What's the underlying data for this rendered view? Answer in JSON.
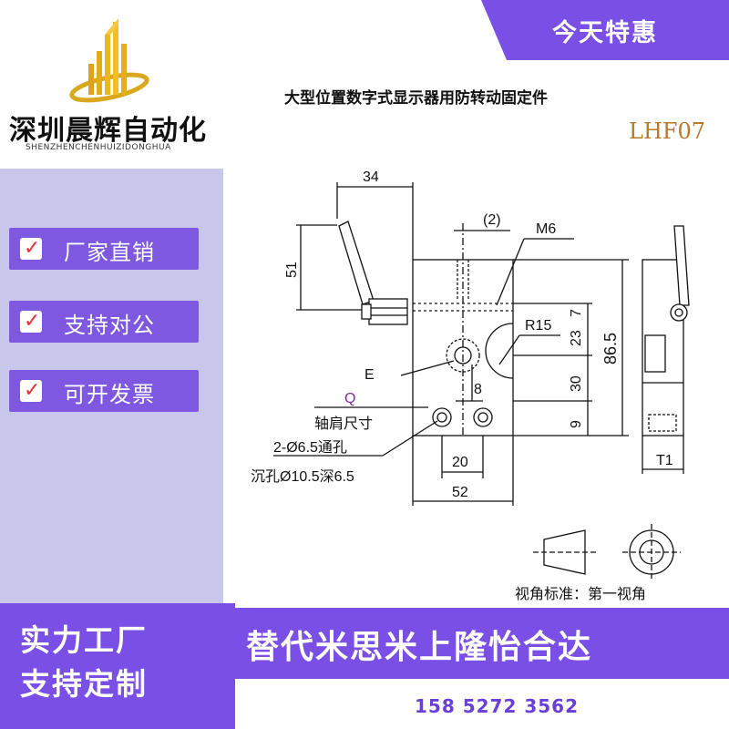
{
  "brand": {
    "name_cn": "深圳晨辉自动化",
    "name_pinyin": "SHENZHENCHENHUIZIDONGHUA"
  },
  "features": [
    {
      "label": "厂家直销"
    },
    {
      "label": "支持对公"
    },
    {
      "label": "可开发票"
    }
  ],
  "check_glyph": "✓",
  "promo": {
    "today_deal": "今天特惠",
    "factory_line1": "实力工厂",
    "factory_line2": "支持定制",
    "replace_text": "替代米思米上隆怡合达",
    "phone": "158 5272 3562"
  },
  "drawing": {
    "title": "大型位置数字式显示器用防转动固定件",
    "model": "LHF07",
    "dims": {
      "d34": "34",
      "d51": "51",
      "d2": "(2)",
      "m6": "M6",
      "d7": "7",
      "d23": "23",
      "d86_5": "86.5",
      "r15": "R15",
      "d8": "8",
      "d30": "30",
      "d9": "9",
      "d20": "20",
      "d52": "52",
      "t1": "T1"
    },
    "labels": {
      "e": "E",
      "q": "Q",
      "shoulder": "轴肩尺寸",
      "hole1": "2-Ø6.5通孔",
      "hole2": "沉孔Ø10.5深6.5",
      "view_std": "视角标准：第一视角"
    }
  },
  "colors": {
    "purple": "#7a4fe6",
    "lavender": "#c9c6ec",
    "orange": "#b8772a",
    "check_red": "#e8312f"
  }
}
